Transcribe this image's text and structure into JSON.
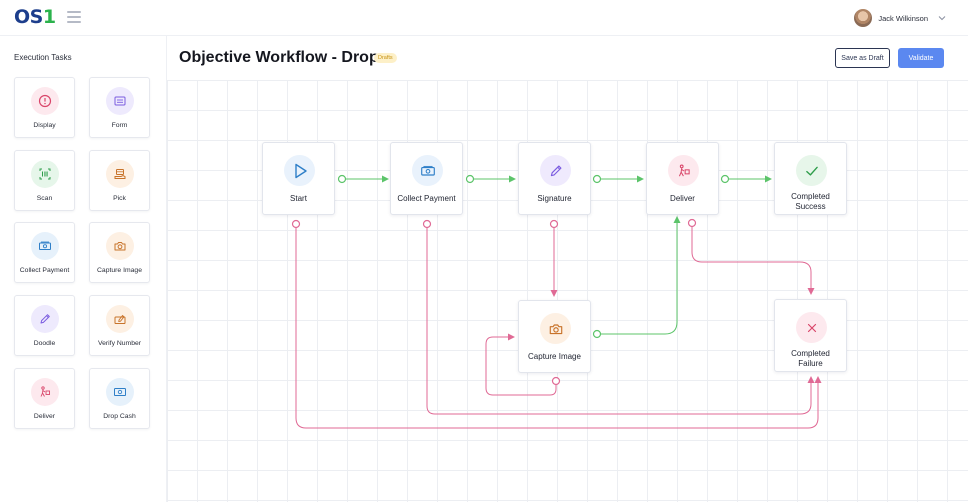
{
  "header": {
    "logo_main": "OS",
    "logo_accent": "1",
    "user_name": "Jack Wilkinson"
  },
  "sidebar": {
    "title": "Execution Tasks",
    "tasks": [
      {
        "label": "Display",
        "icon": "alert-circle-icon"
      },
      {
        "label": "Form",
        "icon": "form-icon"
      },
      {
        "label": "Scan",
        "icon": "barcode-icon"
      },
      {
        "label": "Pick",
        "icon": "pick-icon"
      },
      {
        "label": "Collect Payment",
        "icon": "cash-icon"
      },
      {
        "label": "Capture Image",
        "icon": "camera-icon"
      },
      {
        "label": "Doodle",
        "icon": "pencil-icon"
      },
      {
        "label": "Verify Number",
        "icon": "verify-icon"
      },
      {
        "label": "Deliver",
        "icon": "deliver-icon"
      },
      {
        "label": "Drop Cash",
        "icon": "drop-cash-icon"
      }
    ]
  },
  "page": {
    "title": "Objective Workflow - Drop",
    "status_badge": "Drafts",
    "save_draft_label": "Save as Draft",
    "validate_label": "Validate"
  },
  "workflow": {
    "nodes": [
      {
        "id": "start",
        "label": "Start",
        "icon": "play-icon"
      },
      {
        "id": "collect-payment",
        "label": "Collect Payment",
        "icon": "cash-icon"
      },
      {
        "id": "signature",
        "label": "Signature",
        "icon": "pencil-icon"
      },
      {
        "id": "deliver",
        "label": "Deliver",
        "icon": "deliver-icon"
      },
      {
        "id": "completed-success",
        "label_line1": "Completed",
        "label_line2": "Success",
        "icon": "check-icon"
      },
      {
        "id": "capture-image",
        "label": "Capture Image",
        "icon": "camera-icon"
      },
      {
        "id": "completed-failure",
        "label_line1": "Completed",
        "label_line2": "Failure",
        "icon": "x-icon"
      }
    ]
  },
  "colors": {
    "success_edge": "#5cc46a",
    "failure_edge": "#e06a95",
    "primary_button": "#5b88f0",
    "logo_blue": "#1d3e8c",
    "logo_green": "#2bb24c",
    "badge_bg": "#fdf0c8",
    "badge_text": "#c69214"
  }
}
